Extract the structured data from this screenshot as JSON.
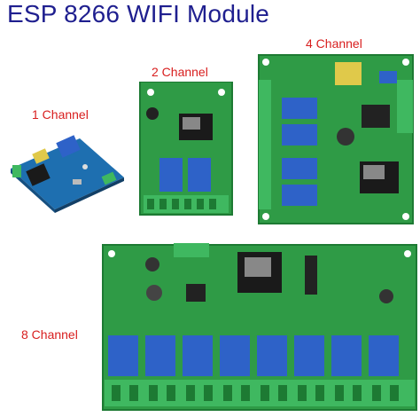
{
  "title": "ESP 8266 WIFI Module",
  "labels": {
    "one": "1 Channel",
    "two": "2 Channel",
    "four": "4 Channel",
    "eight": "8 Channel"
  },
  "colors": {
    "title": "#1f1f8f",
    "label": "#d81e1e",
    "pcb": "#2f9b46",
    "pcb_edge": "#1d7a33",
    "relay": "#2e62c8",
    "terminal": "#3fb860",
    "chip": "#222222",
    "esp": "#1a1a1a"
  }
}
